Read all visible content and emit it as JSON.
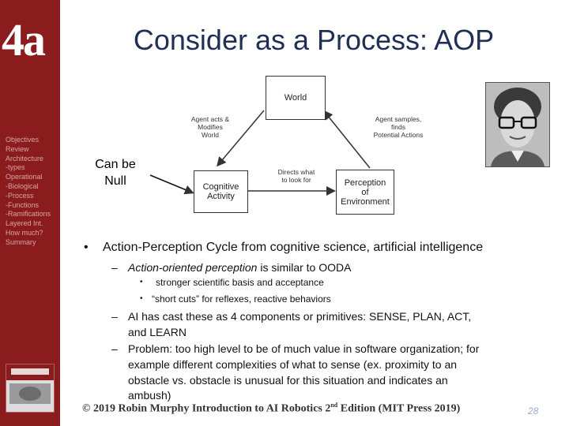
{
  "sidebar": {
    "number": "4a",
    "outline": [
      "Objectives",
      "Review",
      "Architecture",
      "-types",
      "Operational",
      "-Biological",
      "-Process",
      "-Functions",
      "-Ramifications",
      "Layered Int.",
      "How much?",
      "Summary"
    ]
  },
  "title": "Consider as a Process: AOP",
  "diagram": {
    "world": "World",
    "cognitive_line1": "Cognitive",
    "cognitive_line2": "Activity",
    "perception_line1": "Perception",
    "perception_line2": "of",
    "perception_line3": "Environment",
    "acts_line1": "Agent acts &",
    "acts_line2": "Modifies",
    "acts_line3": "World",
    "samples_line1": "Agent samples,",
    "samples_line2": "finds",
    "samples_line3": "Potential Actions",
    "directs_line1": "Directs what",
    "directs_line2": "to look for"
  },
  "annotation": {
    "line1": "Can be",
    "line2": "Null"
  },
  "bullets": {
    "main_marker": "•",
    "main": "Action-Perception Cycle from cognitive science, artificial intelligence",
    "dash": "–",
    "sub1_italic": "Action-oriented perception",
    "sub1_rest": " is similar to OODA",
    "small_marker": "•",
    "sub1_a": "stronger scientific basis and acceptance",
    "sub1_b": "“short cuts” for reflexes, reactive behaviors",
    "sub2_line1": "AI has cast these as 4 components or primitives: SENSE, PLAN, ACT,",
    "sub2_line2": "and LEARN",
    "sub3_line1": "Problem: too high level to be of much value in software organization; for",
    "sub3_line2": "example different complexities of what to sense (ex. proximity to an",
    "sub3_line3": "obstacle vs. obstacle is unusual for this situation and indicates an",
    "sub3_line4": "ambush)"
  },
  "footer": {
    "pre": "© 2019 Robin Murphy Introduction to AI Robotics 2",
    "sup": "nd",
    "post": " Edition (MIT Press 2019)"
  },
  "page_number": "28",
  "colors": {
    "sidebar": "#8b1c1e",
    "title": "#1f2f55",
    "page_number": "#9aa9c8"
  }
}
